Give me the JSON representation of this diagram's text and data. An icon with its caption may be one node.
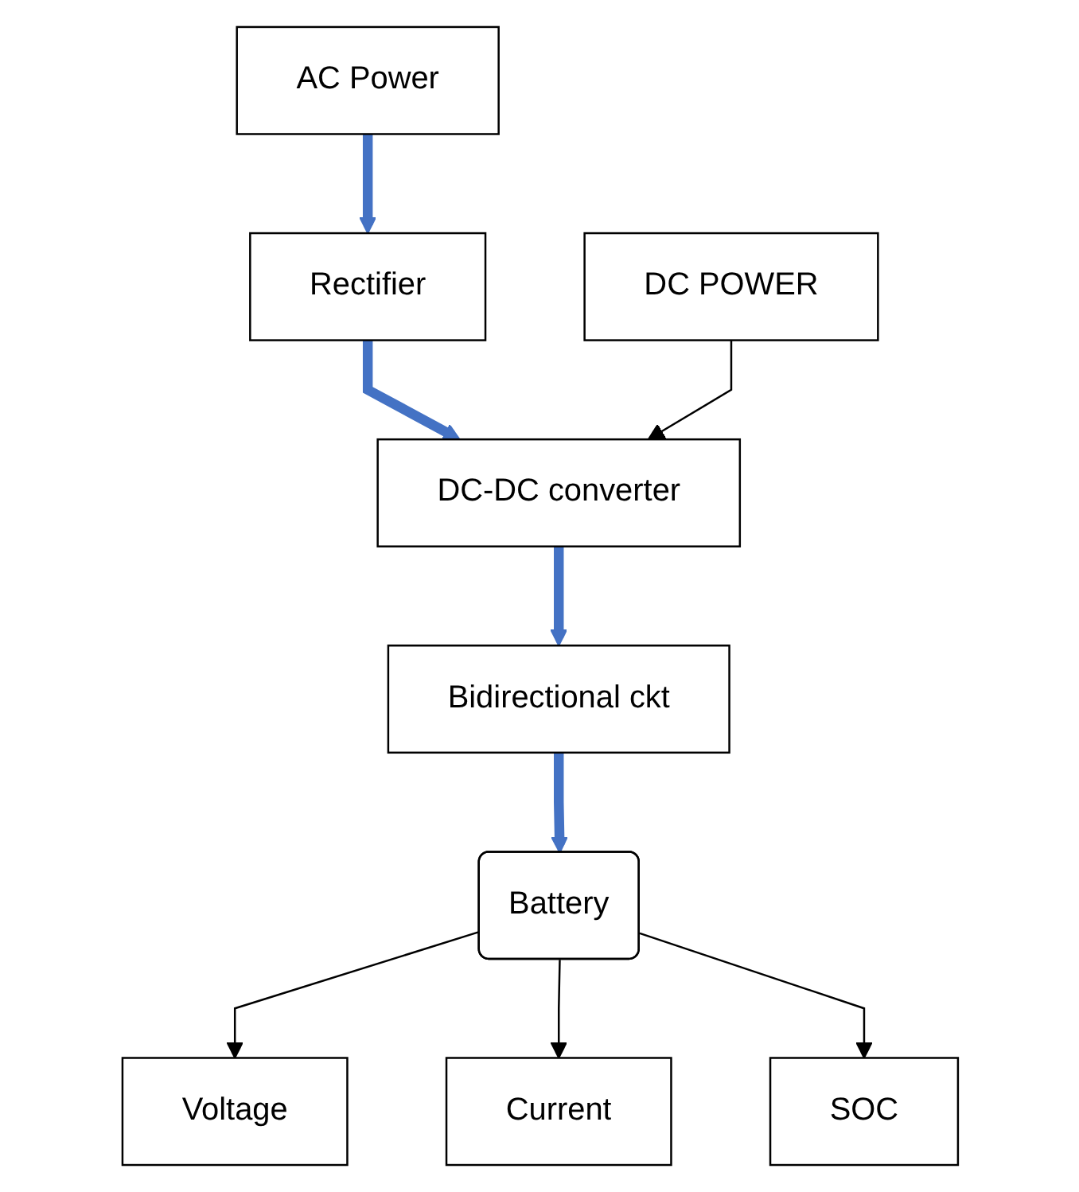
{
  "diagram": {
    "nodes": [
      {
        "text": [
          "AC Power"
        ]
      },
      {
        "text": [
          "DC POWER"
        ]
      },
      {
        "text": [
          "Rectifier"
        ]
      },
      {
        "text": [
          "DC-DC converter"
        ]
      },
      {
        "text": [
          "Bidirectional ckt"
        ]
      },
      {
        "text": [
          "Battery"
        ]
      },
      {
        "text": [
          "Voltage"
        ]
      },
      {
        "text": [
          "Current"
        ]
      },
      {
        "text": [
          "SOC"
        ]
      }
    ],
    "edges": [
      {
        "from": 0,
        "to": 2,
        "arrow": "to",
        "style": "thick",
        "color": "#4472c4"
      },
      {
        "from": 2,
        "to": 3,
        "arrow": "to",
        "style": "thick",
        "color": "#4472c4"
      },
      {
        "from": 1,
        "to": 3,
        "arrow": "to",
        "color": "#000000"
      },
      {
        "from": 3,
        "to": 4,
        "arrow": "to",
        "style": "thick",
        "color": "#4472c4"
      },
      {
        "from": 4,
        "to": 5,
        "arrow": "to",
        "style": "thick",
        "color": "#4472c4"
      },
      {
        "from": 5,
        "to": 6,
        "arrow": "to",
        "color": "#000000"
      },
      {
        "from": 5,
        "to": 7,
        "arrow": "to",
        "color": "#000000"
      },
      {
        "from": 5,
        "to": 8,
        "arrow": "to",
        "color": "#000000"
      }
    ]
  }
}
